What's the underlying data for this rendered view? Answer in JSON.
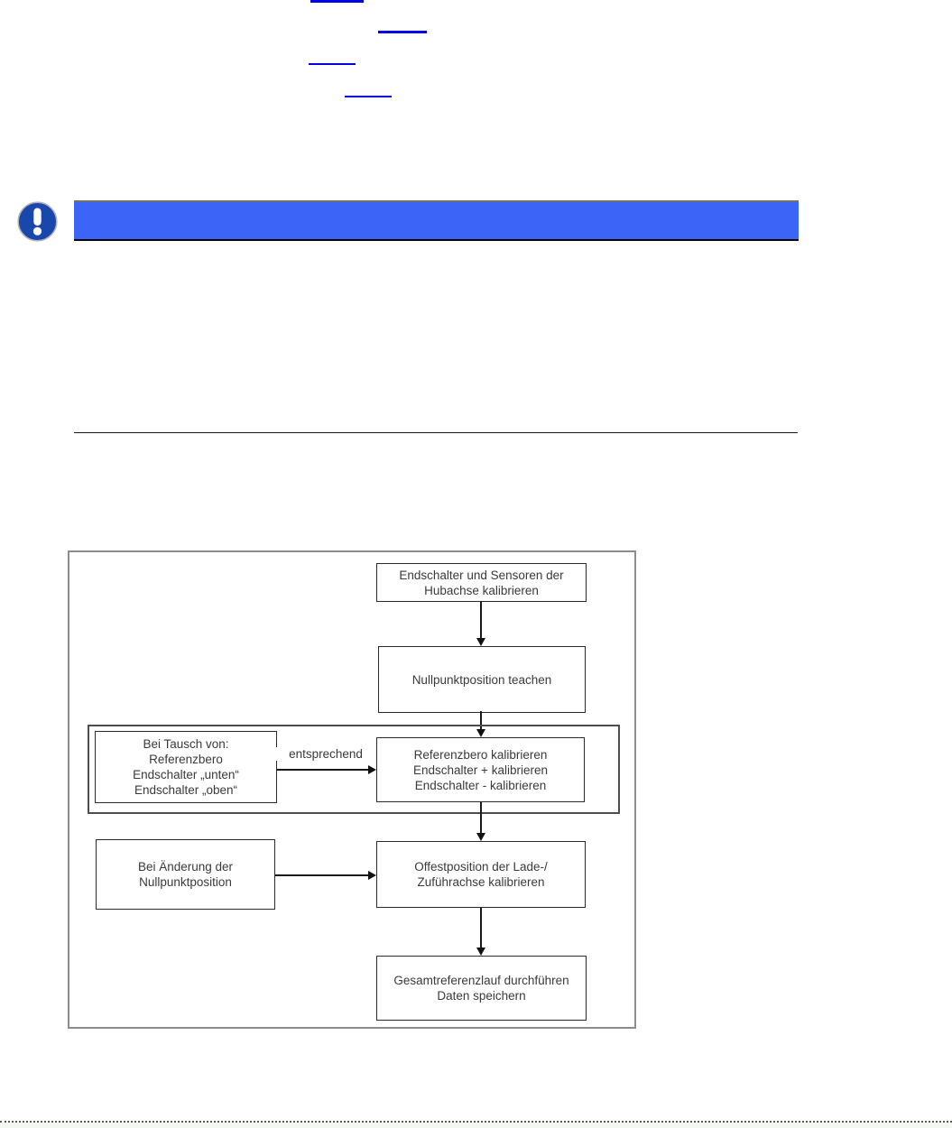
{
  "top_links": {
    "color": "#0000e4",
    "items": [
      {
        "label": ""
      },
      {
        "label": ""
      },
      {
        "label": ""
      },
      {
        "label": ""
      }
    ]
  },
  "notice": {
    "icon": "mandatory-exclamation-icon",
    "icon_color": "#1a47ab",
    "banner_color": "#3c64f7",
    "text": ""
  },
  "flowchart": {
    "edge_label": "entsprechend",
    "nodes": [
      {
        "id": "endschalter-sensoren",
        "lines": [
          "Endschalter und Sensoren der",
          "Hubachse kalibrieren"
        ]
      },
      {
        "id": "nullpunkt-teachen",
        "lines": [
          "Nullpunktposition teachen"
        ]
      },
      {
        "id": "bei-tausch",
        "lines": [
          "Bei Tausch von:",
          "Referenzbero",
          "Endschalter „unten“",
          "Endschalter „oben“"
        ]
      },
      {
        "id": "referenz-kalibrieren",
        "lines": [
          "Referenzbero kalibrieren",
          "Endschalter + kalibrieren",
          "Endschalter - kalibrieren"
        ]
      },
      {
        "id": "bei-aenderung",
        "lines": [
          "Bei Änderung der",
          "Nullpunktposition"
        ]
      },
      {
        "id": "offset-kalibrieren",
        "lines": [
          "Offestposition der Lade-/",
          "Zuführachse kalibrieren"
        ]
      },
      {
        "id": "gesamtreferenzlauf",
        "lines": [
          "Gesamtreferenzlauf durchführen",
          "Daten speichern"
        ]
      }
    ],
    "edges": [
      {
        "from": "endschalter-sensoren",
        "to": "nullpunkt-teachen",
        "label": ""
      },
      {
        "from": "nullpunkt-teachen",
        "to": "referenz-kalibrieren",
        "label": ""
      },
      {
        "from": "bei-tausch",
        "to": "referenz-kalibrieren",
        "label": "entsprechend"
      },
      {
        "from": "referenz-kalibrieren",
        "to": "offset-kalibrieren",
        "label": ""
      },
      {
        "from": "bei-aenderung",
        "to": "offset-kalibrieren",
        "label": ""
      },
      {
        "from": "offset-kalibrieren",
        "to": "gesamtreferenzlauf",
        "label": ""
      }
    ]
  }
}
